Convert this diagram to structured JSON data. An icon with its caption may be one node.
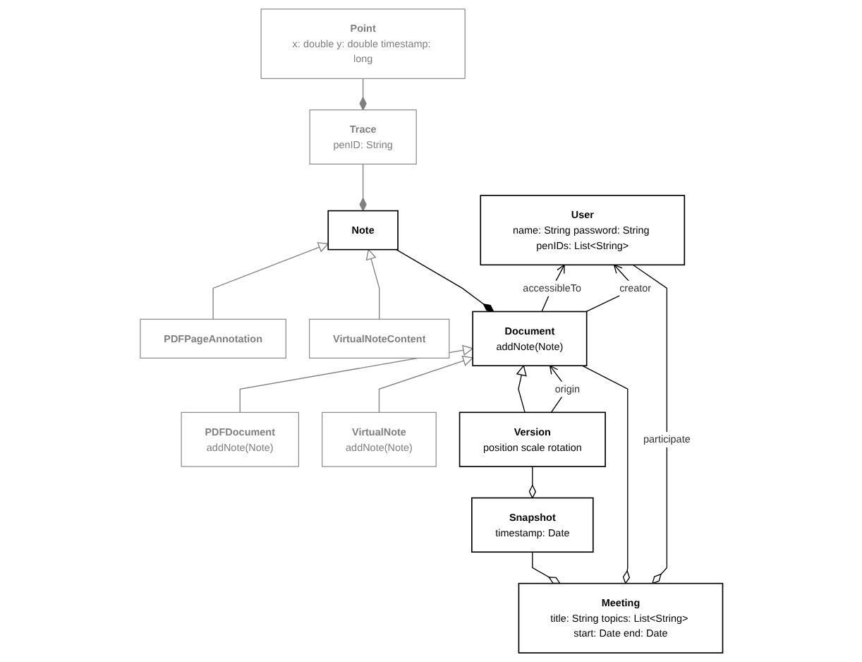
{
  "diagram": {
    "nodes": [
      {
        "text": [
          "Point",
          "x: double y: double timestamp: long"
        ]
      },
      {
        "text": [
          "Trace",
          "penID: String"
        ]
      },
      {
        "text": [
          "Note"
        ]
      },
      {
        "text": [
          "PDFPageAnnotation"
        ]
      },
      {
        "text": [
          "VirtualNoteContent"
        ]
      },
      {
        "text": [
          "User",
          "name: String password: String penIDs: List<String>"
        ]
      },
      {
        "text": [
          "Document",
          "addNote(Note)"
        ]
      },
      {
        "text": [
          "PDFDocument",
          "addNote(Note)"
        ]
      },
      {
        "text": [
          "VirtualNote",
          "addNote(Note)"
        ]
      },
      {
        "text": [
          "Version",
          "position scale rotation"
        ]
      },
      {
        "text": [
          "Meeting",
          "title: String topics: List<String> start: Date end: Date"
        ]
      },
      {
        "text": [
          "Snapshot",
          "timestamp: Date"
        ]
      }
    ],
    "edges": [
      {
        "from": 0,
        "to": 1,
        "arrow": "other",
        "color": "#808080"
      },
      {
        "from": 1,
        "to": 2,
        "arrow": "other",
        "color": "#808080"
      },
      {
        "from": 3,
        "to": 2,
        "arrow": "to",
        "color": "#808080"
      },
      {
        "from": 4,
        "to": 2,
        "arrow": "to",
        "color": "#808080"
      },
      {
        "from": 2,
        "to": 6,
        "arrow": "other"
      },
      {
        "from": 6,
        "to": 5,
        "arrow": "to",
        "label": "accessibleTo"
      },
      {
        "from": 6,
        "to": 5,
        "arrow": "to",
        "label": "creator"
      },
      {
        "from": 7,
        "to": 6,
        "arrow": "to",
        "color": "#808080"
      },
      {
        "from": 8,
        "to": 6,
        "arrow": "to",
        "color": "#808080"
      },
      {
        "from": 9,
        "to": 6,
        "arrow": "to"
      },
      {
        "from": 9,
        "to": 6,
        "arrow": "to",
        "label": "origin"
      },
      {
        "from": 5,
        "to": 10,
        "arrow": "other",
        "label": "participate"
      },
      {
        "from": 6,
        "to": 10,
        "arrow": "other"
      },
      {
        "from": 9,
        "to": 11,
        "arrow": "other"
      },
      {
        "from": 11,
        "to": 10,
        "arrow": "other"
      }
    ]
  }
}
